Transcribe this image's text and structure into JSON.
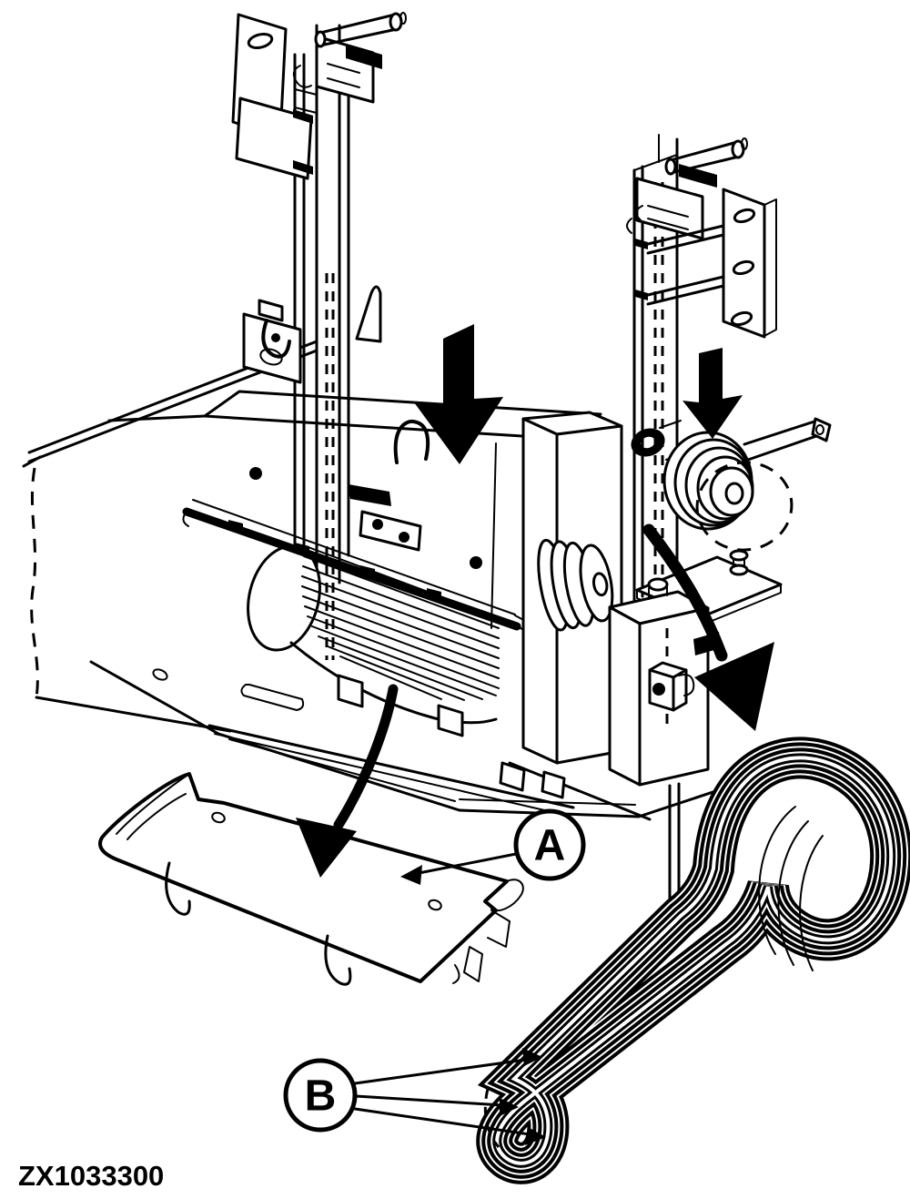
{
  "figure": {
    "code": "ZX1033300",
    "type": "exploded-parts-diagram"
  },
  "callouts": {
    "a": "A",
    "b": "B"
  },
  "palette": {
    "line": "#000000",
    "background": "#ffffff"
  },
  "icons": {
    "down_arrow_center": "down-arrow",
    "down_arrow_right": "down-arrow",
    "curved_arrow_to_shield": "curved-arrow",
    "curved_arrow_right": "curved-arrow",
    "callout_a_leader": "leader-arrow",
    "callout_b_leaders": "leader-arrow"
  }
}
